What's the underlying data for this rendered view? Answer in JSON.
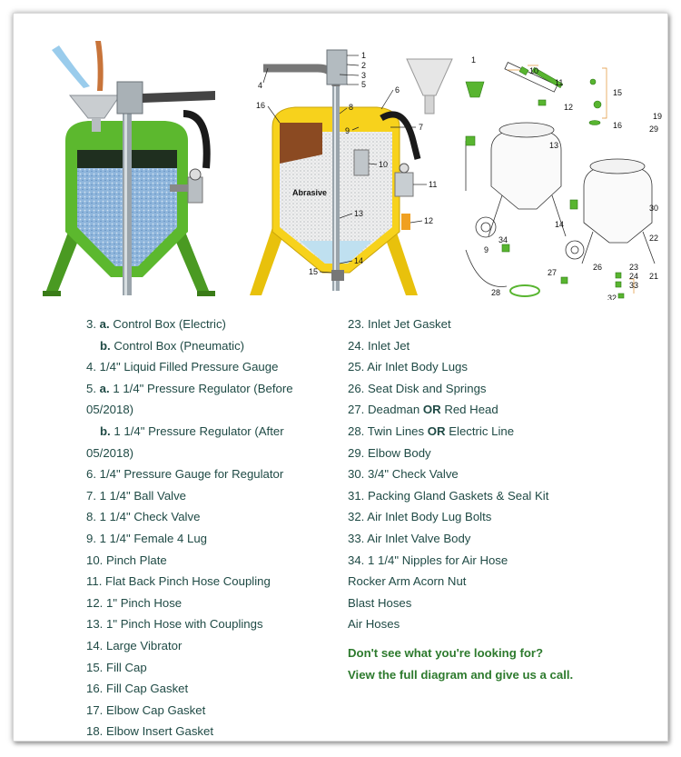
{
  "figures": {
    "fig1_name": "left-blast-pot-cutaway",
    "fig2": {
      "labels": [
        "1",
        "2",
        "3",
        "4",
        "5",
        "6",
        "7",
        "8",
        "9",
        "10",
        "11",
        "12",
        "13",
        "14",
        "15",
        "16"
      ],
      "material_label": "Abrasive"
    },
    "fig3": {
      "labels": [
        "1",
        "10",
        "11",
        "12",
        "13",
        "14",
        "15",
        "16",
        "19",
        "21",
        "22",
        "23",
        "24",
        "26",
        "27",
        "28",
        "29",
        "30",
        "32",
        "33",
        "34",
        "9"
      ]
    }
  },
  "parts_left": [
    {
      "num": "3.",
      "sub": "a.",
      "text": "Control Box (Electric)"
    },
    {
      "num": "",
      "sub": "b.",
      "text": "Control Box (Pneumatic)"
    },
    {
      "num": "4.",
      "text": "1/4\" Liquid Filled Pressure Gauge"
    },
    {
      "num": "5.",
      "sub": "a.",
      "text": "1 1/4\" Pressure Regulator (Before"
    },
    {
      "num": "",
      "text": "05/2018)"
    },
    {
      "num": "",
      "sub": "b.",
      "text": "1 1/4\" Pressure Regulator (After"
    },
    {
      "num": "",
      "text": "05/2018)"
    },
    {
      "num": "6.",
      "text": "1/4\" Pressure Gauge for Regulator"
    },
    {
      "num": "7.",
      "text": "1 1/4\" Ball Valve"
    },
    {
      "num": "8.",
      "text": "1 1/4\" Check Valve"
    },
    {
      "num": "9.",
      "text": "1 1/4\" Female 4 Lug"
    },
    {
      "num": "10.",
      "text": "Pinch Plate"
    },
    {
      "num": "11.",
      "text": "Flat Back Pinch Hose Coupling"
    },
    {
      "num": "12.",
      "text": "1\" Pinch Hose"
    },
    {
      "num": "13.",
      "text": "1\" Pinch Hose with Couplings"
    },
    {
      "num": "14.",
      "text": "Large Vibrator"
    },
    {
      "num": "15.",
      "text": "Fill Cap"
    },
    {
      "num": "16.",
      "text": "Fill Cap Gasket"
    },
    {
      "num": "17.",
      "text": "Elbow Cap Gasket"
    },
    {
      "num": "18.",
      "text": "Elbow Insert Gasket"
    }
  ],
  "parts_right": [
    {
      "num": "23.",
      "text": "Inlet Jet Gasket"
    },
    {
      "num": "24.",
      "text": "Inlet Jet"
    },
    {
      "num": "25.",
      "text": "Air Inlet Body Lugs"
    },
    {
      "num": "26.",
      "text": "Seat Disk and Springs"
    },
    {
      "num": "27.",
      "pre": "Deadman",
      "em": "OR",
      "post": "Red Head"
    },
    {
      "num": "28.",
      "pre": "Twin Lines",
      "em": "OR",
      "post": "Electric Line"
    },
    {
      "num": "29.",
      "text": "Elbow Body"
    },
    {
      "num": "30.",
      "text": "3/4\" Check Valve"
    },
    {
      "num": "31.",
      "text": "Packing Gland Gaskets & Seal Kit"
    },
    {
      "num": "32.",
      "text": "Air Inlet Body Lug Bolts"
    },
    {
      "num": "33.",
      "text": "Air Inlet Valve Body"
    },
    {
      "num": "34.",
      "text": "1 1/4\" Nipples for Air Hose"
    },
    {
      "num": "",
      "text": "Rocker Arm Acorn Nut"
    },
    {
      "num": "",
      "text": "Blast Hoses"
    },
    {
      "num": "",
      "text": "Air Hoses"
    }
  ],
  "cta": {
    "line1": "Don't see what you're looking for?",
    "line2": "View the full diagram and give us a call."
  },
  "colors": {
    "text": "#1f4a45",
    "cta": "#2d7a2d",
    "pot_green": "#5cb82e",
    "pot_yellow": "#f7d21c",
    "abrasive_blue": "#8fb6dc"
  }
}
